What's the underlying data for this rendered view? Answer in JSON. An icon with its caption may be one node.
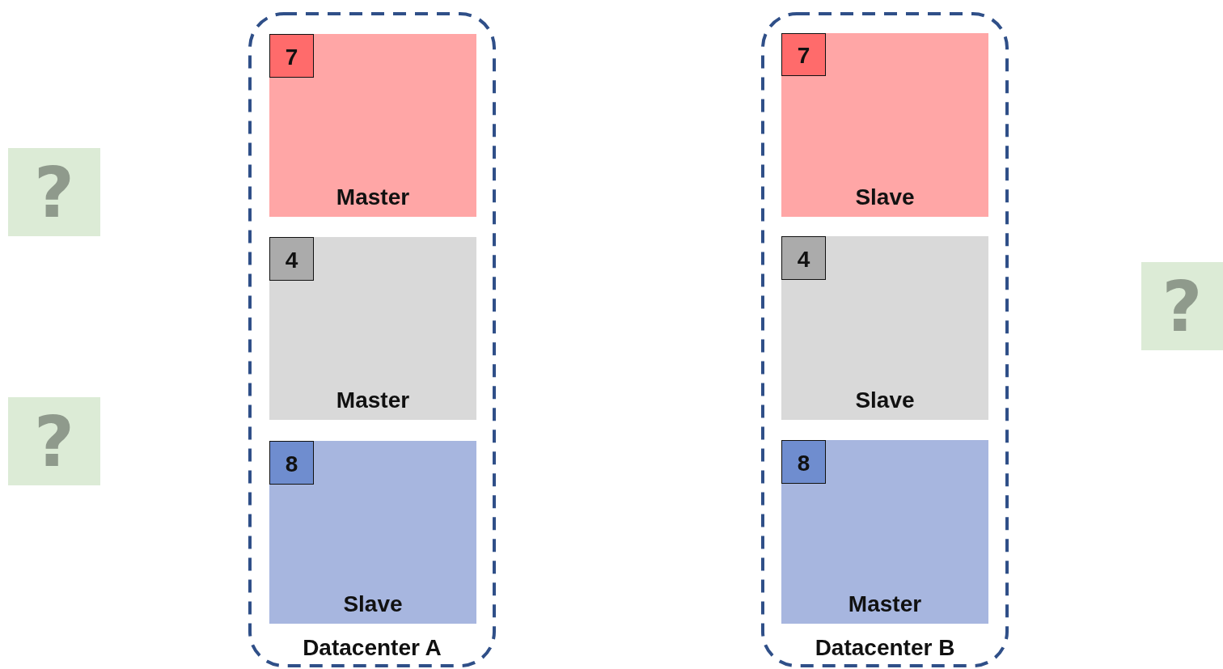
{
  "diagram": {
    "nodes": [
      {
        "text": [
          "?"
        ]
      },
      {
        "text": [
          "?"
        ]
      },
      {
        "text": [
          "Datacenter A"
        ]
      },
      {
        "text": [
          "Master"
        ],
        "in": 2
      },
      {
        "text": [
          "7"
        ],
        "in": 3
      },
      {
        "text": [
          "Master"
        ],
        "in": 2
      },
      {
        "text": [
          "4"
        ],
        "in": 5
      },
      {
        "text": [
          "Slave"
        ],
        "in": 2
      },
      {
        "text": [
          "8"
        ],
        "in": 7
      },
      {
        "text": [
          "Datacenter B"
        ]
      },
      {
        "text": [
          "Slave"
        ],
        "in": 9
      },
      {
        "text": [
          "7"
        ],
        "in": 10
      },
      {
        "text": [
          "Slave"
        ],
        "in": 9
      },
      {
        "text": [
          "4"
        ],
        "in": 12
      },
      {
        "text": [
          "Master"
        ],
        "in": 9
      },
      {
        "text": [
          "8"
        ],
        "in": 14
      },
      {
        "text": [
          "?"
        ]
      }
    ]
  }
}
